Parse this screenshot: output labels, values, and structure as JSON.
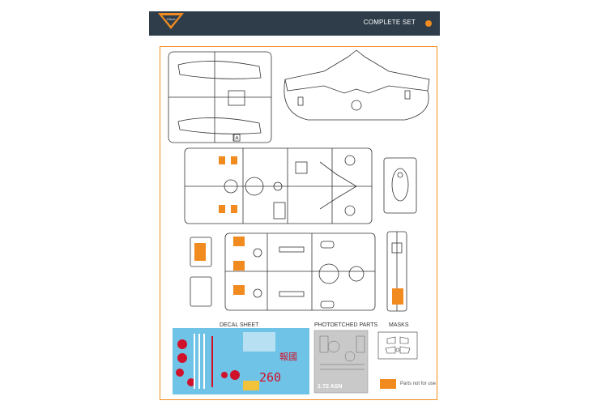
{
  "header": {
    "title": "COMPLETE SET"
  },
  "sections": {
    "decal_sheet": "DECAL SHEET",
    "photoetched": "PHOTOETCHED PARTS",
    "masks": "MASKS"
  },
  "sprues": {
    "a_label": "A"
  },
  "pe_fret": {
    "label": "1:72 ASN"
  },
  "decals": {
    "number": "260",
    "kanji": "報國"
  },
  "legend": {
    "text": "Parts not for use"
  },
  "colors": {
    "accent": "#f28b1f",
    "header_bg": "#2f3d4a",
    "decal_bg": "#6fc3e6"
  }
}
